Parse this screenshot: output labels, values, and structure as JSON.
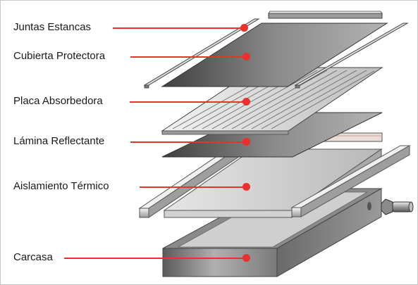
{
  "diagram": {
    "labels": [
      {
        "id": "juntas",
        "text": "Juntas Estancas"
      },
      {
        "id": "cubierta",
        "text": "Cubierta Protectora"
      },
      {
        "id": "placa",
        "text": "Placa Absorbedora"
      },
      {
        "id": "lamina",
        "text": "Lámina Reflectante"
      },
      {
        "id": "aislamiento",
        "text": "Aislamiento Térmico"
      },
      {
        "id": "carcasa",
        "text": "Carcasa"
      }
    ],
    "colors": {
      "accent": "#e8322b",
      "text": "#1a1a1a",
      "frame_border": "#c9c9c9"
    }
  }
}
